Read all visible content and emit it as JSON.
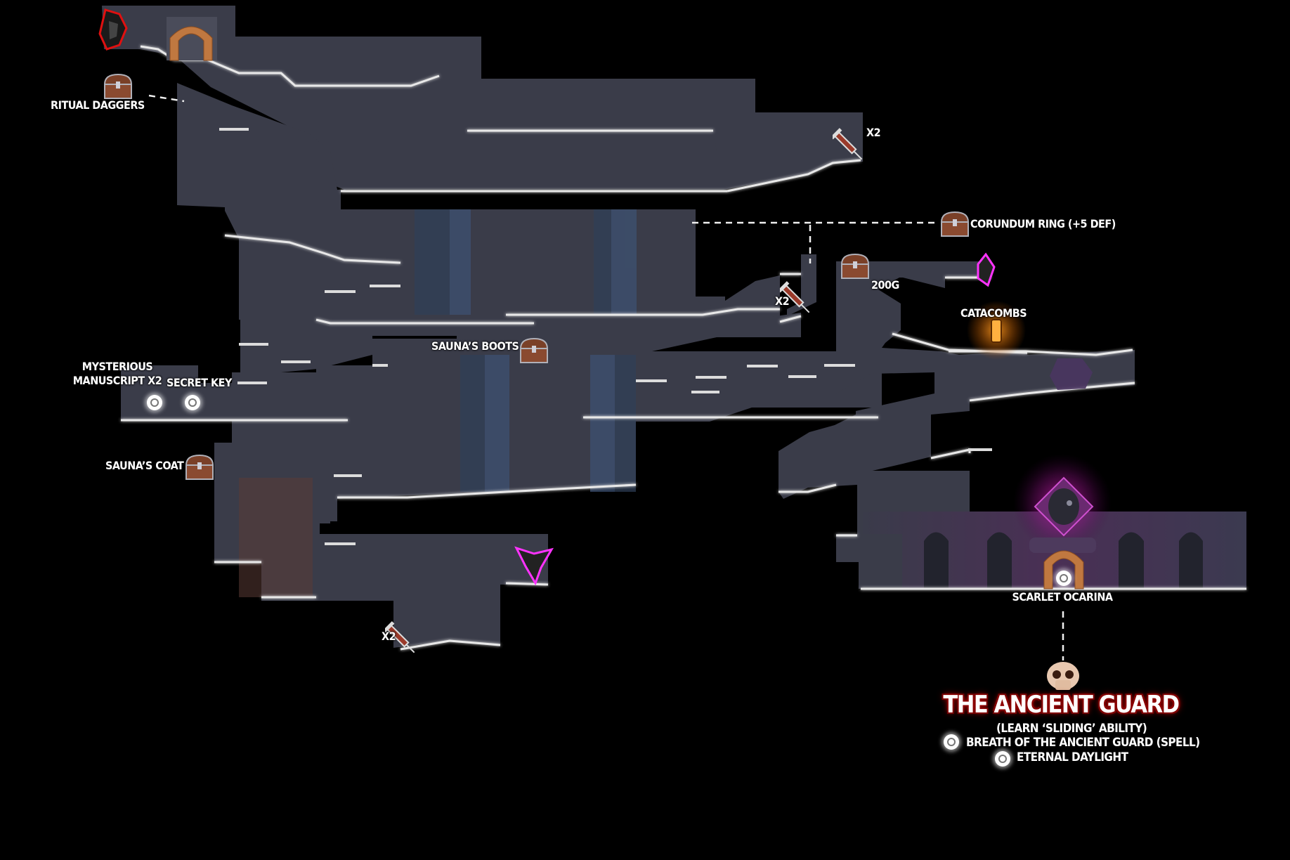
{
  "labels": {
    "ritual_daggers": "RITUAL DAGGERS",
    "x2_top": "X2",
    "corundum_ring": "CORUNDUM RING (+5 DEF)",
    "g200": "200G",
    "x2_mid": "X2",
    "catacombs": "CATACOMBS",
    "mysterious_manuscript_line1": "MYSTERIOUS",
    "mysterious_manuscript_line2": "MANUSCRIPT X2",
    "secret_key": "SECRET KEY",
    "saunas_boots": "SAUNA’S BOOTS",
    "saunas_coat": "SAUNA’S COAT",
    "x2_bottom": "X2",
    "scarlet_ocarina": "SCARLET OCARINA"
  },
  "boss": {
    "name": "THE ANCIENT GUARD",
    "subtitle": "(LEARN ‘SLIDING’ ABILITY)",
    "reward1": "BREATH OF THE ANCIENT GUARD (SPELL)",
    "reward2": "ETERNAL DAYLIGHT"
  },
  "colors": {
    "background": "#000000",
    "room_fill": "#3b3d4a",
    "floor_edge": "#e6e6e6",
    "door_arch": "#b87333",
    "boss_glow": "#b01090",
    "catacombs_glow": "#e07a10",
    "boss_text_glow": "#8b0000"
  },
  "icons": [
    "chest-icon",
    "syringe-icon",
    "door-arch-icon",
    "save-crystal-icon",
    "orb-icon",
    "skull-icon",
    "lantern-icon",
    "boss-portrait-icon"
  ]
}
